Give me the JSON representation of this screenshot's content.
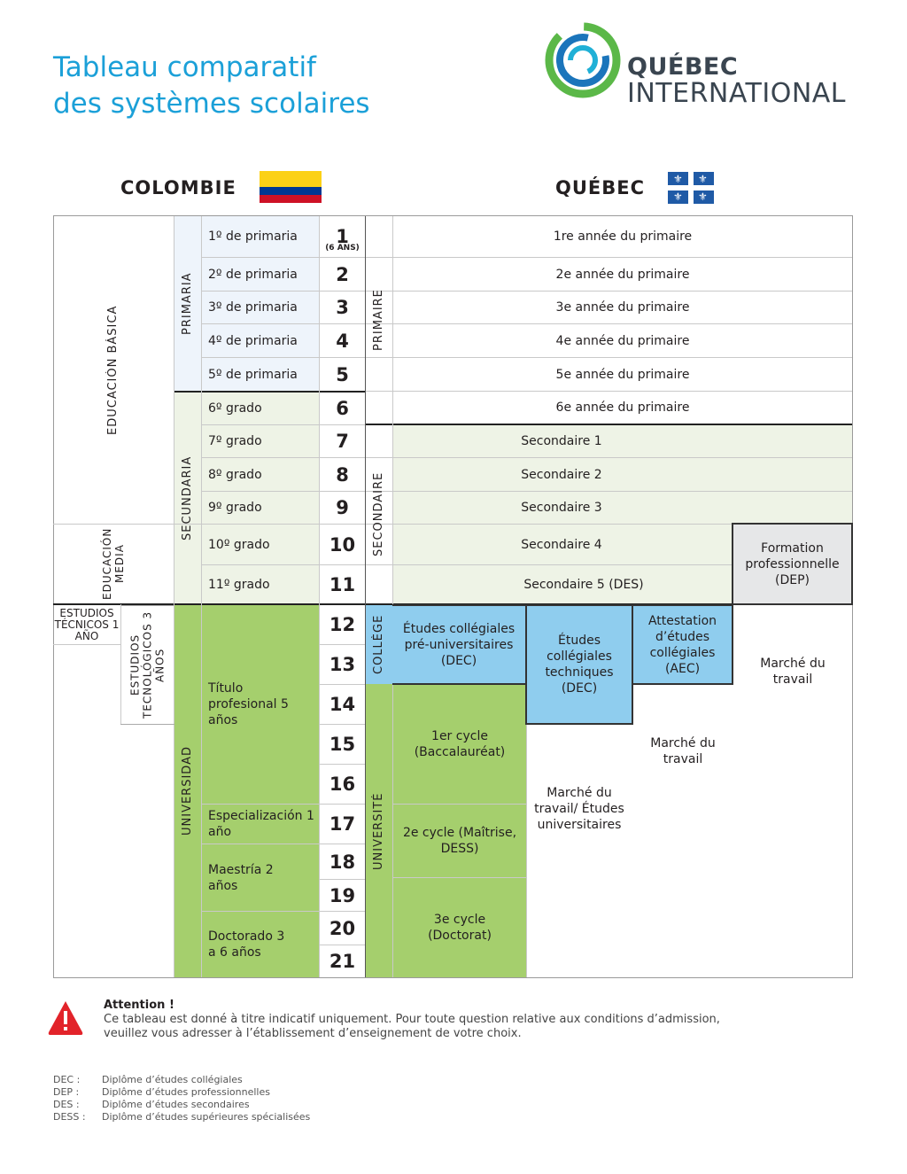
{
  "header": {
    "title_line1": "Tableau comparatif",
    "title_line2": "des systèmes scolaires",
    "logo_line1": "QUÉBEC",
    "logo_line2": "INTERNATIONAL"
  },
  "countries": {
    "left": "COLOMBIE",
    "right": "QUÉBEC"
  },
  "colors": {
    "primaria": "#eef4fb",
    "secondary": "#eef3e6",
    "university": "#a5cf6d",
    "college": "#8fcdee",
    "dep": "#e6e7e8",
    "border": "#333333"
  },
  "colombia": {
    "educacion_basica": "EDUCACIÓN BÁSICA",
    "educacion_media": "EDUCACIÓN MEDIA",
    "estudios_tecnicos": "ESTUDIOS TÉCNICOS 1 AÑO",
    "estudios_tecnologicos": "ESTUDIOS TECNOLÓGICOS 3 AÑOS",
    "primaria": "PRIMARIA",
    "secundaria": "SECUNDARIA",
    "universidad": "UNIVERSIDAD",
    "grades": [
      "1º de primaria",
      "2º de primaria",
      "3º de primaria",
      "4º de primaria",
      "5º de primaria",
      "6º grado",
      "7º grado",
      "8º grado",
      "9º grado",
      "10º grado",
      "11º grado"
    ],
    "titulo": "Título profesional 5 años",
    "especializacion": "Especialización 1 año",
    "maestria": "Maestría 2 años",
    "doctorado": "Doctorado 3 a 6 años"
  },
  "years": [
    "1",
    "2",
    "3",
    "4",
    "5",
    "6",
    "7",
    "8",
    "9",
    "10",
    "11",
    "12",
    "13",
    "14",
    "15",
    "16",
    "17",
    "18",
    "19",
    "20",
    "21"
  ],
  "age_note": "(6 ANS)",
  "quebec": {
    "primaire": "PRIMAIRE",
    "secondaire": "SECONDAIRE",
    "college": "COLLÈGE",
    "universite": "UNIVERSITÉ",
    "primary_years": [
      "1re année du primaire",
      "2e année du primaire",
      "3e année du primaire",
      "4e année du primaire",
      "5e année du primaire",
      "6e année du primaire"
    ],
    "secondary_years": [
      "Secondaire 1",
      "Secondaire 2",
      "Secondaire 3",
      "Secondaire 4",
      "Secondaire 5 (DES)"
    ],
    "dep": "Formation professionnelle (DEP)",
    "marche_top": "Marché du travail",
    "dec_pre": "Études collégiales pré-universitaires (DEC)",
    "dec_tech": "Études collégiales techniques (DEC)",
    "aec": "Attestation d’études collégiales (AEC)",
    "marche_mid": "Marché du travail",
    "marche_etudes": "Marché du travail/ Études universitaires",
    "cycle1": "1er cycle (Baccalauréat)",
    "cycle2": "2e cycle (Maîtrise, DESS)",
    "cycle3": "3e cycle (Doctorat)"
  },
  "attention": {
    "title": "Attention !",
    "text": "Ce tableau est donné à titre indicatif uniquement. Pour toute question relative aux conditions d’admission, veuillez vous adresser à l’établissement d’enseignement de votre choix."
  },
  "abbreviations": [
    {
      "abbr": "DEC :",
      "meaning": "Diplôme d’études collégiales"
    },
    {
      "abbr": "DEP :",
      "meaning": "Diplôme d’études professionnelles"
    },
    {
      "abbr": "DES :",
      "meaning": "Diplôme d’études secondaires"
    },
    {
      "abbr": "DESS :",
      "meaning": "Diplôme d’études supérieures spécialisées"
    }
  ]
}
